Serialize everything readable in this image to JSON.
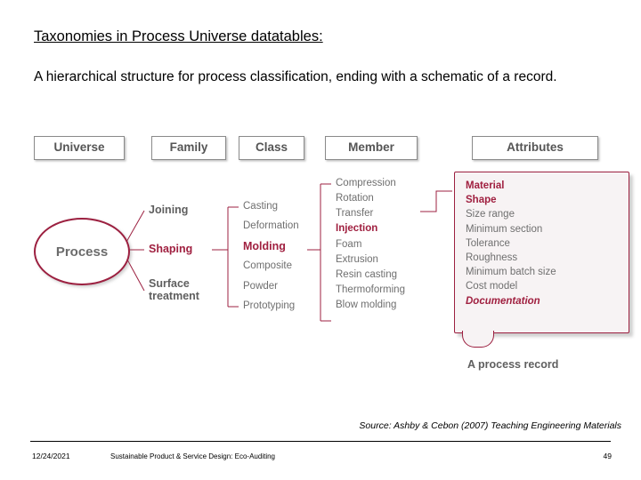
{
  "slide": {
    "title": "Taxonomies in Process Universe datatables:",
    "subtitle": "A hierarchical structure for process classification, ending with a schematic of a record."
  },
  "diagram": {
    "headers": [
      {
        "label": "Universe"
      },
      {
        "label": "Family"
      },
      {
        "label": "Class"
      },
      {
        "label": "Member"
      },
      {
        "label": "Attributes"
      }
    ],
    "universe_node": "Process",
    "families": [
      "Joining",
      "Shaping",
      "Surface\ntreatment"
    ],
    "family_surface_line1": "Surface",
    "family_surface_line2": "treatment",
    "classes": [
      "Casting",
      "Deformation",
      "Molding",
      "Composite",
      "Powder",
      "Prototyping"
    ],
    "members": [
      "Compression",
      "Rotation",
      "Transfer",
      "Injection",
      "Foam",
      "Extrusion",
      "Resin casting",
      "Thermoforming",
      "Blow molding"
    ],
    "attributes": [
      "Material",
      "Shape",
      "Size range",
      "Minimum section",
      "Tolerance",
      "Roughness",
      "Minimum batch size",
      "Cost model",
      "Documentation"
    ],
    "record_label": "A process record",
    "highlight_color": "#a02040",
    "box_border_color": "#8a8a8a",
    "text_color": "#6f6f6f"
  },
  "footer": {
    "source": "Source: Ashby & Cebon (2007) Teaching Engineering Materials",
    "date": "12/24/2021",
    "center": "Sustainable Product & Service Design: Eco-Auditing",
    "page": "49"
  }
}
